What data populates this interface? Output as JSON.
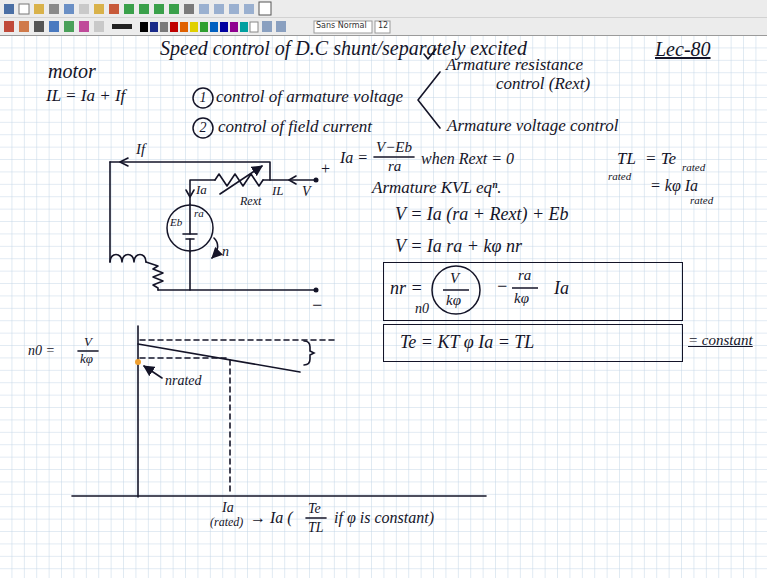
{
  "diagram": {
    "title": "Speed control of D.C shunt/separately excited motor",
    "nodes": [
      {
        "text": [
          "1"
        ]
      },
      {
        "text": [
          "2"
        ]
      },
      {
        "text": [
          "Eb",
          "ra"
        ]
      },
      {
        "text": [
          "nr =",
          "−",
          "ra",
          "kφ",
          "Ia"
        ]
      },
      {
        "text": [
          "V",
          "kφ",
          "n0"
        ],
        "in": 3
      },
      {
        "text": [
          "Te = KT φ Ia = TL"
        ]
      }
    ],
    "labels": [
      "Sans Normal",
      "12",
      "Lec-80",
      "IL = Ia + If",
      "control of armature voltage",
      "Armature resistance control (Rext)",
      "Armature voltage control",
      "control of field current",
      "If",
      "Ia",
      "Rext",
      "IL",
      "V",
      "+",
      "−",
      "n",
      "Ia =",
      "V−Eb",
      "ra",
      "when Rext = 0",
      "TL",
      "rated",
      "= Te",
      "rated",
      "= kφ Ia",
      "rated",
      "Armature KVL eqⁿ.",
      "V = Ia (ra + Rext) + Eb",
      "V = Ia ra + kφ nr",
      "= constant",
      "n0 =",
      "V",
      "kφ",
      "nrated",
      "Ia",
      "(rated)",
      "→ Ia (",
      "Te",
      "TL",
      "if φ is constant)"
    ]
  }
}
